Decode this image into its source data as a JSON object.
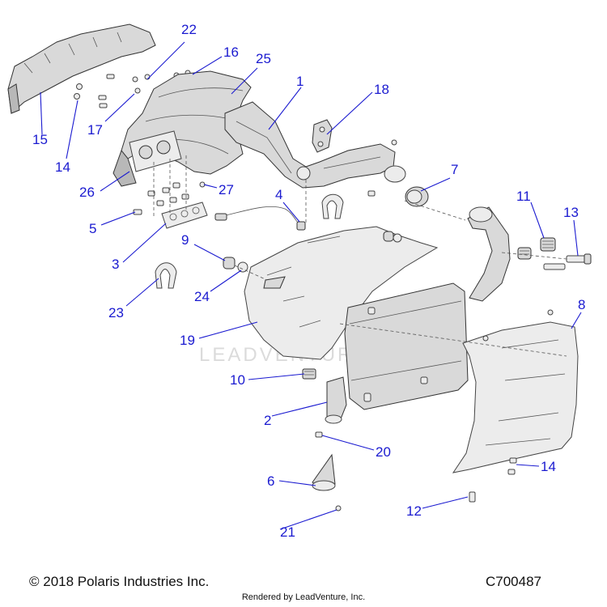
{
  "footer": {
    "copyright": "© 2018 Polaris Industries Inc.",
    "diagram_code": "C700487",
    "rendered_by": "Rendered by LeadVenture, Inc."
  },
  "watermark": "LEADVENTURE",
  "colors": {
    "callout": "#1a1ad0",
    "part_fill": "#d9d9d9",
    "outline": "#333333"
  },
  "callouts": [
    "1",
    "2",
    "3",
    "4",
    "5",
    "6",
    "7",
    "8",
    "9",
    "10",
    "11",
    "12",
    "13",
    "14",
    "14",
    "15",
    "16",
    "17",
    "18",
    "19",
    "20",
    "21",
    "22",
    "23",
    "24",
    "25",
    "26",
    "27"
  ]
}
